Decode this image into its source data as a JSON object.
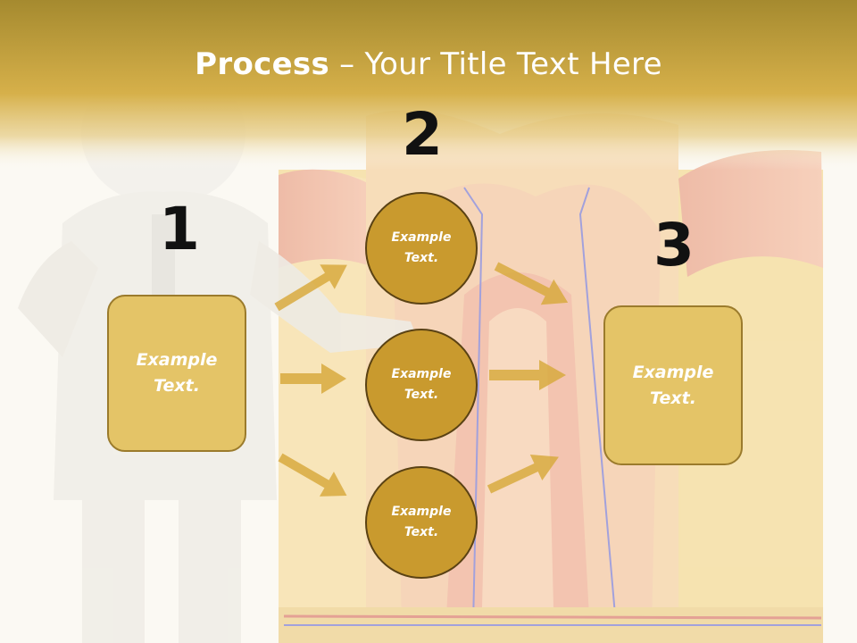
{
  "title": {
    "bold": "Process",
    "rest": " – Your Title Text Here"
  },
  "steps": {
    "one": {
      "number": "1",
      "text": "Example Text."
    },
    "two": {
      "number": "2",
      "circles": [
        {
          "text": "Example Text."
        },
        {
          "text": "Example Text."
        },
        {
          "text": "Example Text."
        }
      ]
    },
    "three": {
      "number": "3",
      "text": "Example Text."
    }
  },
  "colors": {
    "header_gold": "#caa441",
    "box_fill": "#e4c467",
    "circle_fill": "#c99a2e",
    "arrow_fill": "#d9aa3f"
  }
}
